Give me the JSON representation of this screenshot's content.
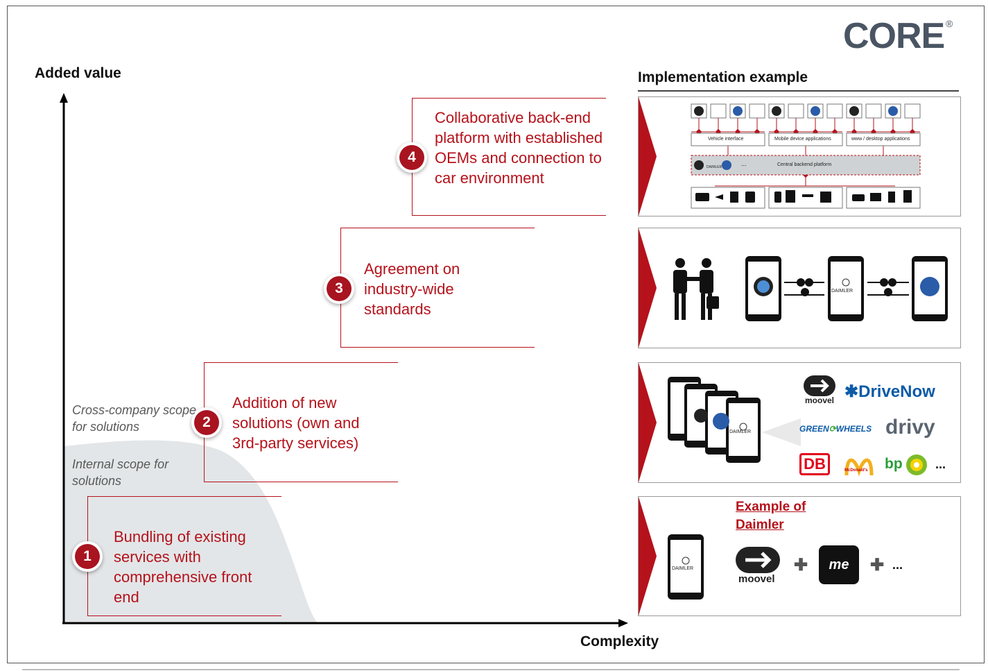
{
  "logo": {
    "text": "CORE",
    "reg": "®"
  },
  "axes": {
    "y_label": "Added value",
    "x_label": "Complexity"
  },
  "scopes": {
    "cross_company": "Cross-company scope for solutions",
    "internal": "Internal scope for solutions"
  },
  "steps": [
    {
      "number": "1",
      "text": "Bundling of existing services with comprehensive front end"
    },
    {
      "number": "2",
      "text": "Addition of new solutions (own and 3rd-party services)"
    },
    {
      "number": "3",
      "text": "Agreement on industry-wide standards"
    },
    {
      "number": "4",
      "text": "Collaborative back-end platform with established OEMs and connection to car environment"
    }
  ],
  "implementation": {
    "title": "Implementation example",
    "platform": {
      "vehicle_interface": "Vehicle interface",
      "mobile_apps": "Mobile device applications",
      "web_apps": "www / desktop applications",
      "backend": "Central backend platform",
      "daimler_small": "DAIMLER",
      "more": "..."
    },
    "standards": {
      "daimler": "DAIMLER"
    },
    "partners": {
      "moovel": "moovel",
      "drivenow": "DriveNow",
      "greenwheels_a": "GREEN",
      "greenwheels_b": "WHEELS",
      "drivy": "drivy",
      "db": "DB",
      "mcdonalds": "McDonald's",
      "bp": "bp",
      "more": "...",
      "daimler": "DAIMLER"
    },
    "daimler_example": {
      "title_line1": "Example of",
      "title_line2": "Daimler",
      "daimler": "DAIMLER",
      "moovel": "moovel",
      "me": "me",
      "more": "..."
    }
  },
  "colors": {
    "accent": "#b5121b",
    "badge": "#a81420",
    "scope_fill": "#e3e6e8",
    "logo": "#4a5563"
  }
}
